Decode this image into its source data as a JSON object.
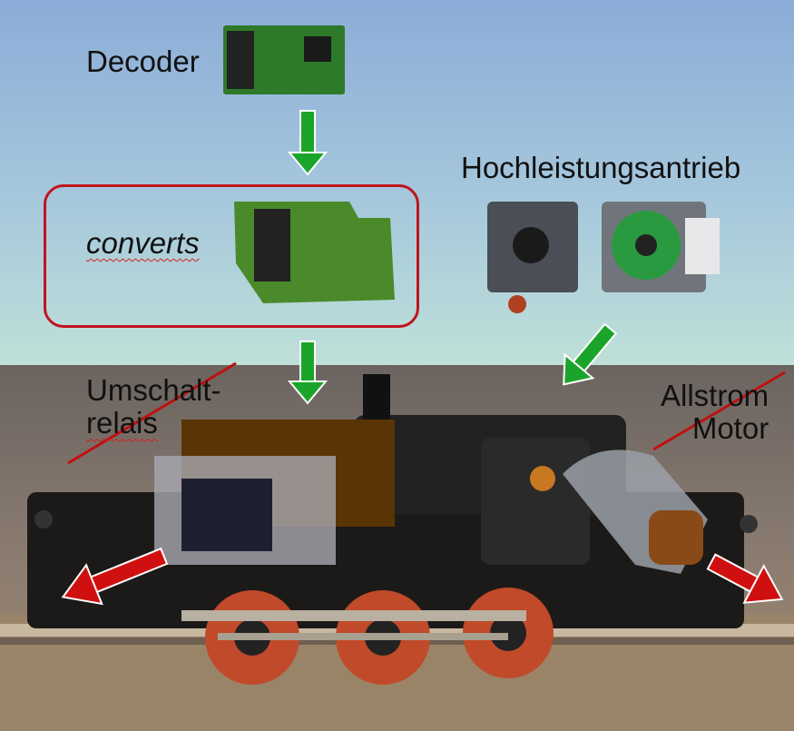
{
  "labels": {
    "decoder": "Decoder",
    "converts": "converts",
    "drive": "Hochleistungsantrieb",
    "relay_line1": "Umschalt-",
    "relay_line2": "relais",
    "motor_line1": "Allstrom",
    "motor_line2": "Motor"
  },
  "colors": {
    "arrow_green": "#1aa52a",
    "arrow_red": "#d01010",
    "frame": "#c0141e"
  }
}
